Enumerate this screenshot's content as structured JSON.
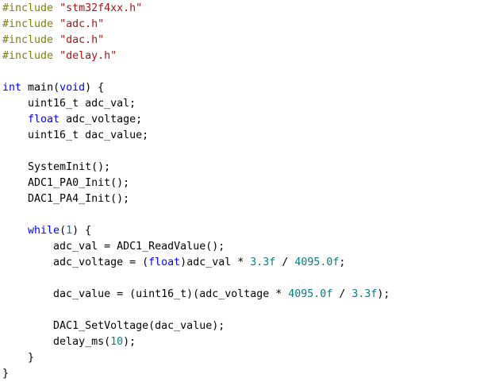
{
  "colors": {
    "background": "#ffffff",
    "preprocessor": "#808000",
    "string": "#a31515",
    "keyword": "#0000ff",
    "number": "#008080",
    "plain": "#000000"
  },
  "code_lines": [
    [
      {
        "t": "pp",
        "v": "#include"
      },
      {
        "t": "ws",
        "v": " "
      },
      {
        "t": "str",
        "v": "\"stm32f4xx.h\""
      }
    ],
    [
      {
        "t": "pp",
        "v": "#include"
      },
      {
        "t": "ws",
        "v": " "
      },
      {
        "t": "str",
        "v": "\"adc.h\""
      }
    ],
    [
      {
        "t": "pp",
        "v": "#include"
      },
      {
        "t": "ws",
        "v": " "
      },
      {
        "t": "str",
        "v": "\"dac.h\""
      }
    ],
    [
      {
        "t": "pp",
        "v": "#include"
      },
      {
        "t": "ws",
        "v": " "
      },
      {
        "t": "str",
        "v": "\"delay.h\""
      }
    ],
    [],
    [
      {
        "t": "kw",
        "v": "int"
      },
      {
        "t": "ws",
        "v": " "
      },
      {
        "t": "id",
        "v": "main"
      },
      {
        "t": "punct",
        "v": "("
      },
      {
        "t": "kw",
        "v": "void"
      },
      {
        "t": "punct",
        "v": ") {"
      }
    ],
    [
      {
        "t": "ws",
        "v": "    "
      },
      {
        "t": "id",
        "v": "uint16_t adc_val"
      },
      {
        "t": "punct",
        "v": ";"
      }
    ],
    [
      {
        "t": "ws",
        "v": "    "
      },
      {
        "t": "kw",
        "v": "float"
      },
      {
        "t": "ws",
        "v": " "
      },
      {
        "t": "id",
        "v": "adc_voltage"
      },
      {
        "t": "punct",
        "v": ";"
      }
    ],
    [
      {
        "t": "ws",
        "v": "    "
      },
      {
        "t": "id",
        "v": "uint16_t dac_value"
      },
      {
        "t": "punct",
        "v": ";"
      }
    ],
    [],
    [
      {
        "t": "ws",
        "v": "    "
      },
      {
        "t": "id",
        "v": "SystemInit"
      },
      {
        "t": "punct",
        "v": "();"
      }
    ],
    [
      {
        "t": "ws",
        "v": "    "
      },
      {
        "t": "id",
        "v": "ADC1_PA0_Init"
      },
      {
        "t": "punct",
        "v": "();"
      }
    ],
    [
      {
        "t": "ws",
        "v": "    "
      },
      {
        "t": "id",
        "v": "DAC1_PA4_Init"
      },
      {
        "t": "punct",
        "v": "();"
      }
    ],
    [],
    [
      {
        "t": "ws",
        "v": "    "
      },
      {
        "t": "kw",
        "v": "while"
      },
      {
        "t": "punct",
        "v": "("
      },
      {
        "t": "num",
        "v": "1"
      },
      {
        "t": "punct",
        "v": ") {"
      }
    ],
    [
      {
        "t": "ws",
        "v": "        "
      },
      {
        "t": "id",
        "v": "adc_val"
      },
      {
        "t": "punct",
        "v": " = "
      },
      {
        "t": "id",
        "v": "ADC1_ReadValue"
      },
      {
        "t": "punct",
        "v": "();"
      }
    ],
    [
      {
        "t": "ws",
        "v": "        "
      },
      {
        "t": "id",
        "v": "adc_voltage"
      },
      {
        "t": "punct",
        "v": " = ("
      },
      {
        "t": "kw",
        "v": "float"
      },
      {
        "t": "punct",
        "v": ")"
      },
      {
        "t": "id",
        "v": "adc_val"
      },
      {
        "t": "punct",
        "v": " * "
      },
      {
        "t": "num",
        "v": "3.3f"
      },
      {
        "t": "punct",
        "v": " / "
      },
      {
        "t": "num",
        "v": "4095.0f"
      },
      {
        "t": "punct",
        "v": ";"
      }
    ],
    [],
    [
      {
        "t": "ws",
        "v": "        "
      },
      {
        "t": "id",
        "v": "dac_value"
      },
      {
        "t": "punct",
        "v": " = (uint16_t)("
      },
      {
        "t": "id",
        "v": "adc_voltage"
      },
      {
        "t": "punct",
        "v": " * "
      },
      {
        "t": "num",
        "v": "4095.0f"
      },
      {
        "t": "punct",
        "v": " / "
      },
      {
        "t": "num",
        "v": "3.3f"
      },
      {
        "t": "punct",
        "v": ");"
      }
    ],
    [],
    [
      {
        "t": "ws",
        "v": "        "
      },
      {
        "t": "id",
        "v": "DAC1_SetVoltage"
      },
      {
        "t": "punct",
        "v": "("
      },
      {
        "t": "id",
        "v": "dac_value"
      },
      {
        "t": "punct",
        "v": ");"
      }
    ],
    [
      {
        "t": "ws",
        "v": "        "
      },
      {
        "t": "id",
        "v": "delay_ms"
      },
      {
        "t": "punct",
        "v": "("
      },
      {
        "t": "num",
        "v": "10"
      },
      {
        "t": "punct",
        "v": ");"
      }
    ],
    [
      {
        "t": "ws",
        "v": "    "
      },
      {
        "t": "punct",
        "v": "}"
      }
    ],
    [
      {
        "t": "punct",
        "v": "}"
      }
    ]
  ]
}
